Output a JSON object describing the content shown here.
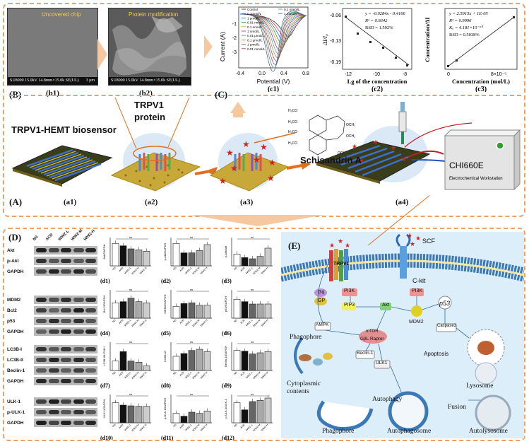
{
  "panels": {
    "A": "(A)",
    "B": "(B)",
    "C": "(C)",
    "D": "(D)",
    "E": "(E)"
  },
  "sem": {
    "b1_title": "Uncovered chip",
    "b2_title": "Protein modification",
    "b1_footer": "SU8000 15.0kV 14.8mm×15.0k SE(UL)",
    "b2_footer": "SU8000 15.0kV 14.8mm×15.0k SE(UL)",
    "scale": "3 μm",
    "b1_label": "(b1)",
    "b2_label": "(b2)"
  },
  "c1": {
    "label": "(c1)",
    "ylabel": "Current (A)",
    "xlabel": "Potential (V)",
    "xticks": [
      "-0.4",
      "0.0",
      "0.4",
      "0.8"
    ],
    "yticks": [
      "-1",
      "-2",
      "-3"
    ],
    "legend_left": [
      "Control",
      "0.1pmol/L",
      "1 pmol/L",
      "0.01 nmol/L",
      "0.1 nmol/L",
      "1 nmol/L",
      "0.01 μmol/L",
      "0.1 μmol/L",
      "1 μmol/L",
      "0.01 mmol/L"
    ],
    "legend_right": [
      "0.1 mmol/L",
      "1 mmol/L"
    ]
  },
  "c2": {
    "label": "(c2)",
    "ylabel": "ΔI/I₀",
    "xlabel": "Lg of the concentration",
    "xticks": [
      "-12",
      "-10",
      "-8"
    ],
    "yticks": [
      "-0.06",
      "-0.13",
      "-0.19"
    ],
    "eq": "y = -0.0284x - 0.4166",
    "r2": "R² = 0.9342",
    "rsd": "RSD = 1.592%"
  },
  "c3": {
    "label": "(c3)",
    "ylabel": "Concentration/ΔI",
    "xlabel": "Concentration (mol/L)",
    "xticks": [
      "0",
      "8×10⁻⁵"
    ],
    "eq": "y = 2.5915x + 1E-05",
    "r2": "R² = 0.9996",
    "ka": "Kₐ = 4.181×10⁻¹⁰",
    "rsd": "RSD = 0.5038%"
  },
  "schematic": {
    "trpv1": "TRPV1",
    "protein": "protein",
    "biosensor": "TRPV1-HEMT biosensor",
    "schisandrin": "Schisandrin A",
    "instrument": "CHI660E",
    "workstation": "Electrochemical  Workstation",
    "a1": "(a1)",
    "a2": "(a2)",
    "a3": "(a3)",
    "a4": "(a4)",
    "mol_groups": [
      "H₃CO",
      "H₃CO",
      "H₃CO",
      "H₃CO",
      "OCH₃",
      "OCH₃",
      "OCH₃"
    ]
  },
  "wb": {
    "lanes": [
      "NS",
      "ACR",
      "WWZ-L",
      "WWZ-M",
      "WWZ-H"
    ],
    "group1": [
      "Akt",
      "p-Akt",
      "GAPDH"
    ],
    "group2": [
      "MDM2",
      "Bcl2",
      "p53",
      "GAPDH"
    ],
    "group3": [
      "LC3B-I",
      "LC3B-II",
      "Beclin-1",
      "GAPDH"
    ],
    "group4": [
      "ULK-1",
      "p-ULK-1",
      "GAPDH"
    ]
  },
  "bars": {
    "xcats": [
      "NS",
      "ACR",
      "WWZ-L",
      "WWZ-M",
      "WWZ-H"
    ],
    "ns": "ns",
    "charts": [
      {
        "id": "(d1)",
        "ylabel": "Akt/GAPDH",
        "values": [
          0.95,
          0.85,
          0.72,
          0.68,
          0.62
        ]
      },
      {
        "id": "(d2)",
        "ylabel": "p-Akt/GAPDH",
        "values": [
          0.95,
          0.55,
          0.55,
          0.65,
          0.9
        ]
      },
      {
        "id": "(d3)",
        "ylabel": "p-Akt/Akt",
        "values": [
          0.5,
          0.35,
          0.3,
          0.4,
          0.75
        ]
      },
      {
        "id": "(d4)",
        "ylabel": "Bcl-2/GAPDH",
        "values": [
          0.65,
          0.7,
          0.85,
          0.7,
          0.65
        ]
      },
      {
        "id": "(d5)",
        "ylabel": "MDM2/GAPDH",
        "values": [
          0.5,
          0.62,
          0.65,
          0.55,
          0.55
        ]
      },
      {
        "id": "(d6)",
        "ylabel": "p53/GAPDH",
        "values": [
          0.8,
          0.7,
          0.6,
          0.6,
          0.6
        ]
      },
      {
        "id": "(d7)",
        "ylabel": "LC3B-II/LC3B-I",
        "values": [
          0.4,
          0.8,
          0.4,
          0.35,
          0.2
        ]
      },
      {
        "id": "(d8)",
        "ylabel": "LC3B-II/I",
        "values": [
          0.6,
          0.72,
          0.85,
          0.9,
          0.8
        ]
      },
      {
        "id": "(d9)",
        "ylabel": "Beclin-1/GAPDH",
        "values": [
          0.85,
          0.82,
          0.7,
          0.75,
          0.8
        ]
      },
      {
        "id": "(d10)",
        "ylabel": "ULK-1/GAPDH",
        "values": [
          0.85,
          0.75,
          0.72,
          0.7,
          0.7
        ]
      },
      {
        "id": "(d11)",
        "ylabel": "p-ULK-1/GAPDH",
        "values": [
          0.4,
          0.28,
          0.45,
          0.4,
          0.5
        ]
      },
      {
        "id": "(d12)",
        "ylabel": "p-ULK-1/ULK-1",
        "values": [
          0.85,
          0.55,
          0.9,
          0.95,
          1.05
        ]
      }
    ]
  },
  "pathway": {
    "trpv1": "TRPV1",
    "scf": "SCF",
    "ckit": "C-kit",
    "gq": "Gq",
    "gp": "GP",
    "pi3k1": "PI3K",
    "pi3k2": "PI3K",
    "pip3": "PIP3",
    "akt": "Akt",
    "mdm2": "MDM2",
    "p53": "p53",
    "ampk": "AMPK",
    "mtor": "mTOR",
    "gbl": "GβL Raptor",
    "caspase": "Caspase3",
    "apoptosis": "Apoptosis",
    "beclin": "Beclin-1",
    "ulk1": "ULK1",
    "phagophore1": "Phagophore",
    "cyto": "Cytoplasmic\ncontents",
    "phagophore2": "Phagophore",
    "autophagy": "Autophagy",
    "autophagosome": "Autophagosome",
    "lysosome": "Lysosome",
    "fusion": "Fusion",
    "autolysosome": "Autolysosome"
  },
  "colors": {
    "dash": "#f0a060",
    "orange_arrow": "#e07020",
    "membrane": "#3a78b8",
    "cell_bg": "#cfe6f5",
    "bar_fill": "#ffffff"
  }
}
